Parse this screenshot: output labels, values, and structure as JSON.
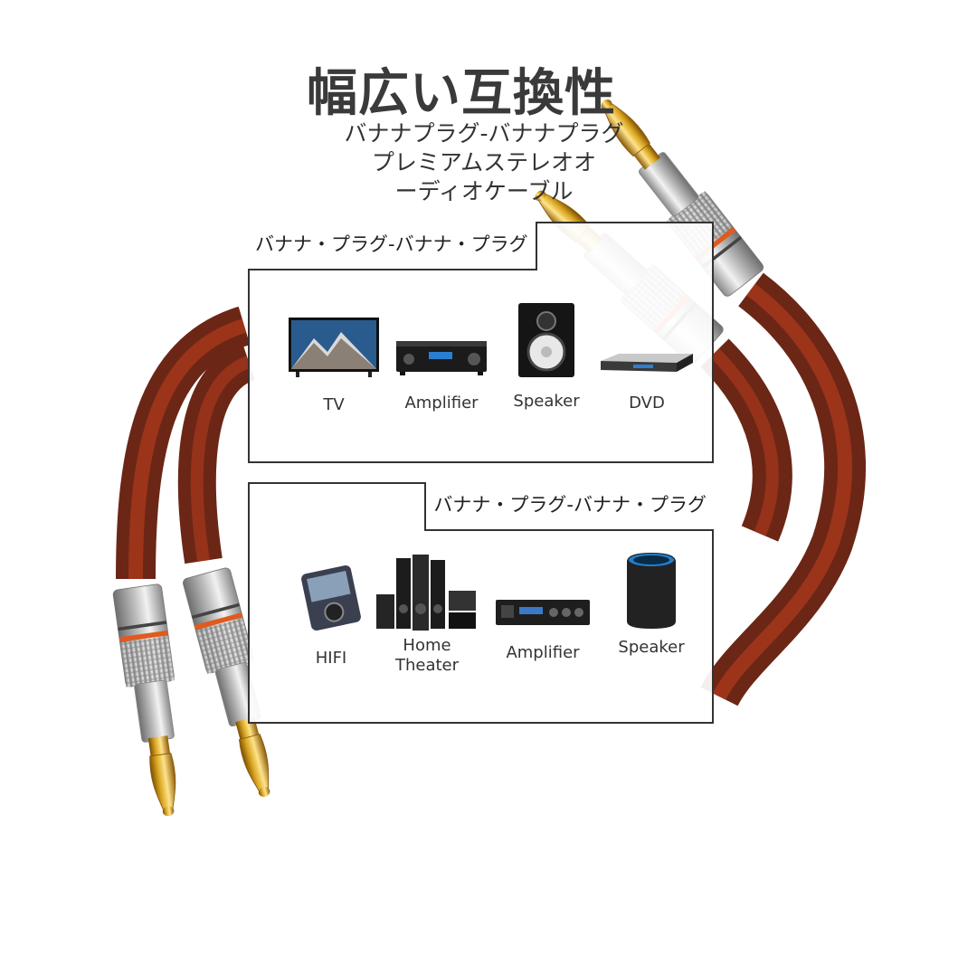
{
  "headline": "幅広い互換性",
  "subtitle_lines": [
    "バナナプラグ-バナナプラグ",
    "プレミアムステレオオ",
    "ーディオケーブル"
  ],
  "panel_top": {
    "label": "バナナ・プラグ-バナナ・プラグ",
    "devices": [
      {
        "label": "TV",
        "icon": "tv-icon"
      },
      {
        "label": "Amplifier",
        "icon": "amplifier-icon"
      },
      {
        "label": "Speaker",
        "icon": "speaker-icon"
      },
      {
        "label": "DVD",
        "icon": "dvd-player-icon"
      }
    ]
  },
  "panel_bottom": {
    "label": "バナナ・プラグ-バナナ・プラグ",
    "devices": [
      {
        "label": "HIFI",
        "icon": "hifi-player-icon"
      },
      {
        "label_line1": "Home",
        "label_line2": "Theater",
        "icon": "home-theater-icon"
      },
      {
        "label": "Amplifier",
        "icon": "amplifier-icon"
      },
      {
        "label": "Speaker",
        "icon": "smart-speaker-icon"
      }
    ]
  },
  "colors": {
    "cable_dark": "#6b2616",
    "cable_light": "#b03a1c",
    "plug_gold": "#d9a520",
    "plug_silver": "#c8c8c8",
    "accent_ring": "#e05a1e"
  }
}
